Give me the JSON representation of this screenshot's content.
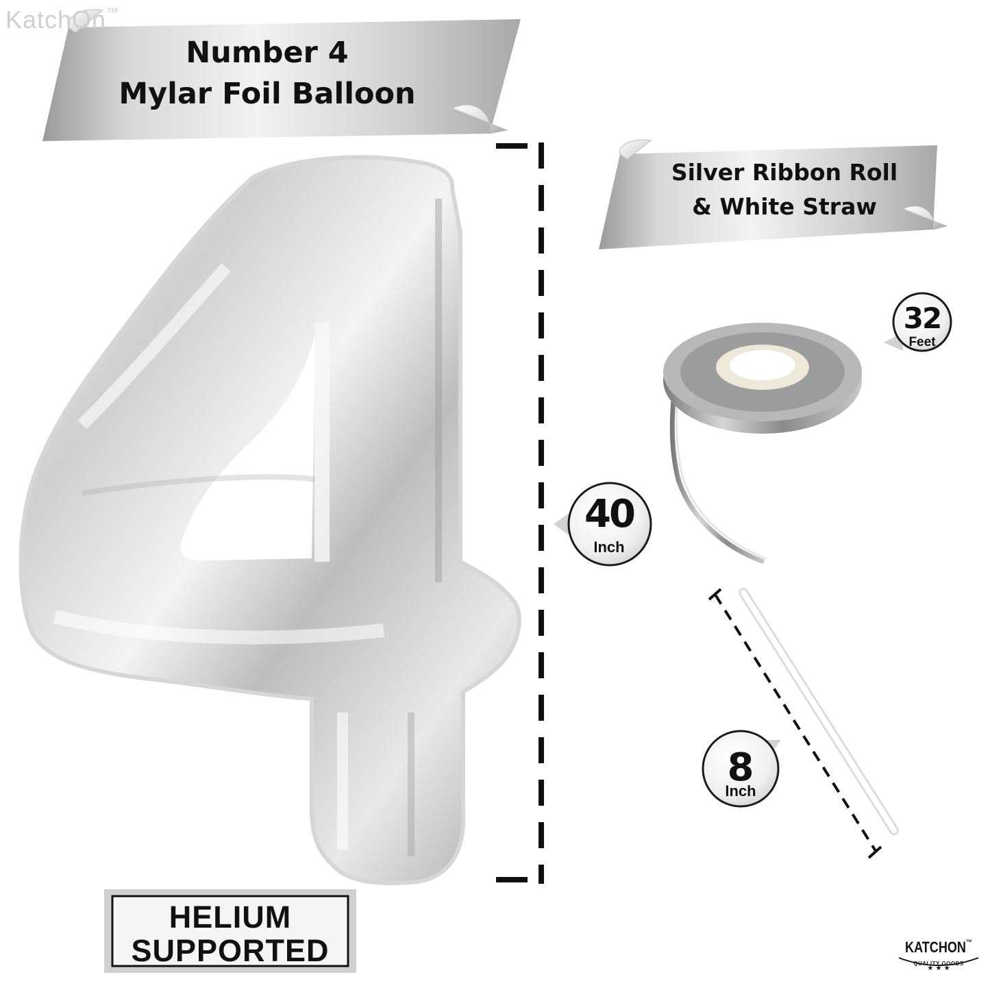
{
  "watermark": {
    "text": "KatchOn",
    "tm": "™"
  },
  "product_banner": {
    "line1": "Number 4",
    "line2": "Mylar Foil Balloon"
  },
  "accessory_banner": {
    "line1": "Silver Ribbon Roll",
    "line2": "& White Straw"
  },
  "balloon": {
    "digit": "4",
    "height_badge": {
      "value": "40",
      "unit": "Inch"
    }
  },
  "ribbon": {
    "length_badge": {
      "value": "32",
      "unit": "Feet"
    }
  },
  "straw": {
    "length_badge": {
      "value": "8",
      "unit": "Inch"
    }
  },
  "helium_box": {
    "line1": "HELIUM",
    "line2": "SUPPORTED"
  },
  "brand": {
    "name": "KATCHON",
    "tm": "™",
    "stars": "★ ★ ★",
    "tagline": "QUALITY GOODS"
  },
  "colors": {
    "silver_light": "#f4f4f4",
    "silver_mid": "#c4c4c4",
    "silver_dark": "#8e8e8e",
    "text": "#111111"
  }
}
